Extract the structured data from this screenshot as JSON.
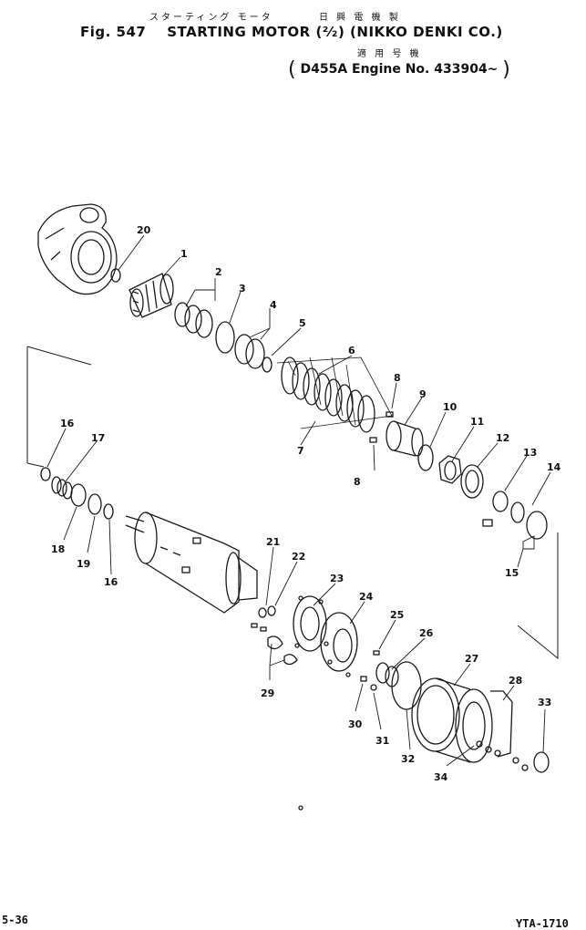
{
  "header": {
    "jp_title": "スターティング モータ",
    "jp_maker": "日 興 電 機 製",
    "fig_label": "Fig. 547",
    "title": "STARTING MOTOR",
    "fraction": "(²⁄₂)",
    "maker": "(NIKKO DENKI CO.)",
    "jp_applicable": "適 用 号 機",
    "applicable": "D455A Engine No. 433904~"
  },
  "callouts": [
    "1",
    "2",
    "3",
    "4",
    "5",
    "6",
    "7",
    "8",
    "8",
    "9",
    "10",
    "11",
    "12",
    "13",
    "14",
    "15",
    "16",
    "16",
    "17",
    "18",
    "19",
    "20",
    "21",
    "22",
    "23",
    "24",
    "25",
    "26",
    "27",
    "28",
    "29",
    "30",
    "31",
    "32",
    "33",
    "34"
  ],
  "footer": {
    "page": "5-36",
    "code": "YTA-1710"
  }
}
